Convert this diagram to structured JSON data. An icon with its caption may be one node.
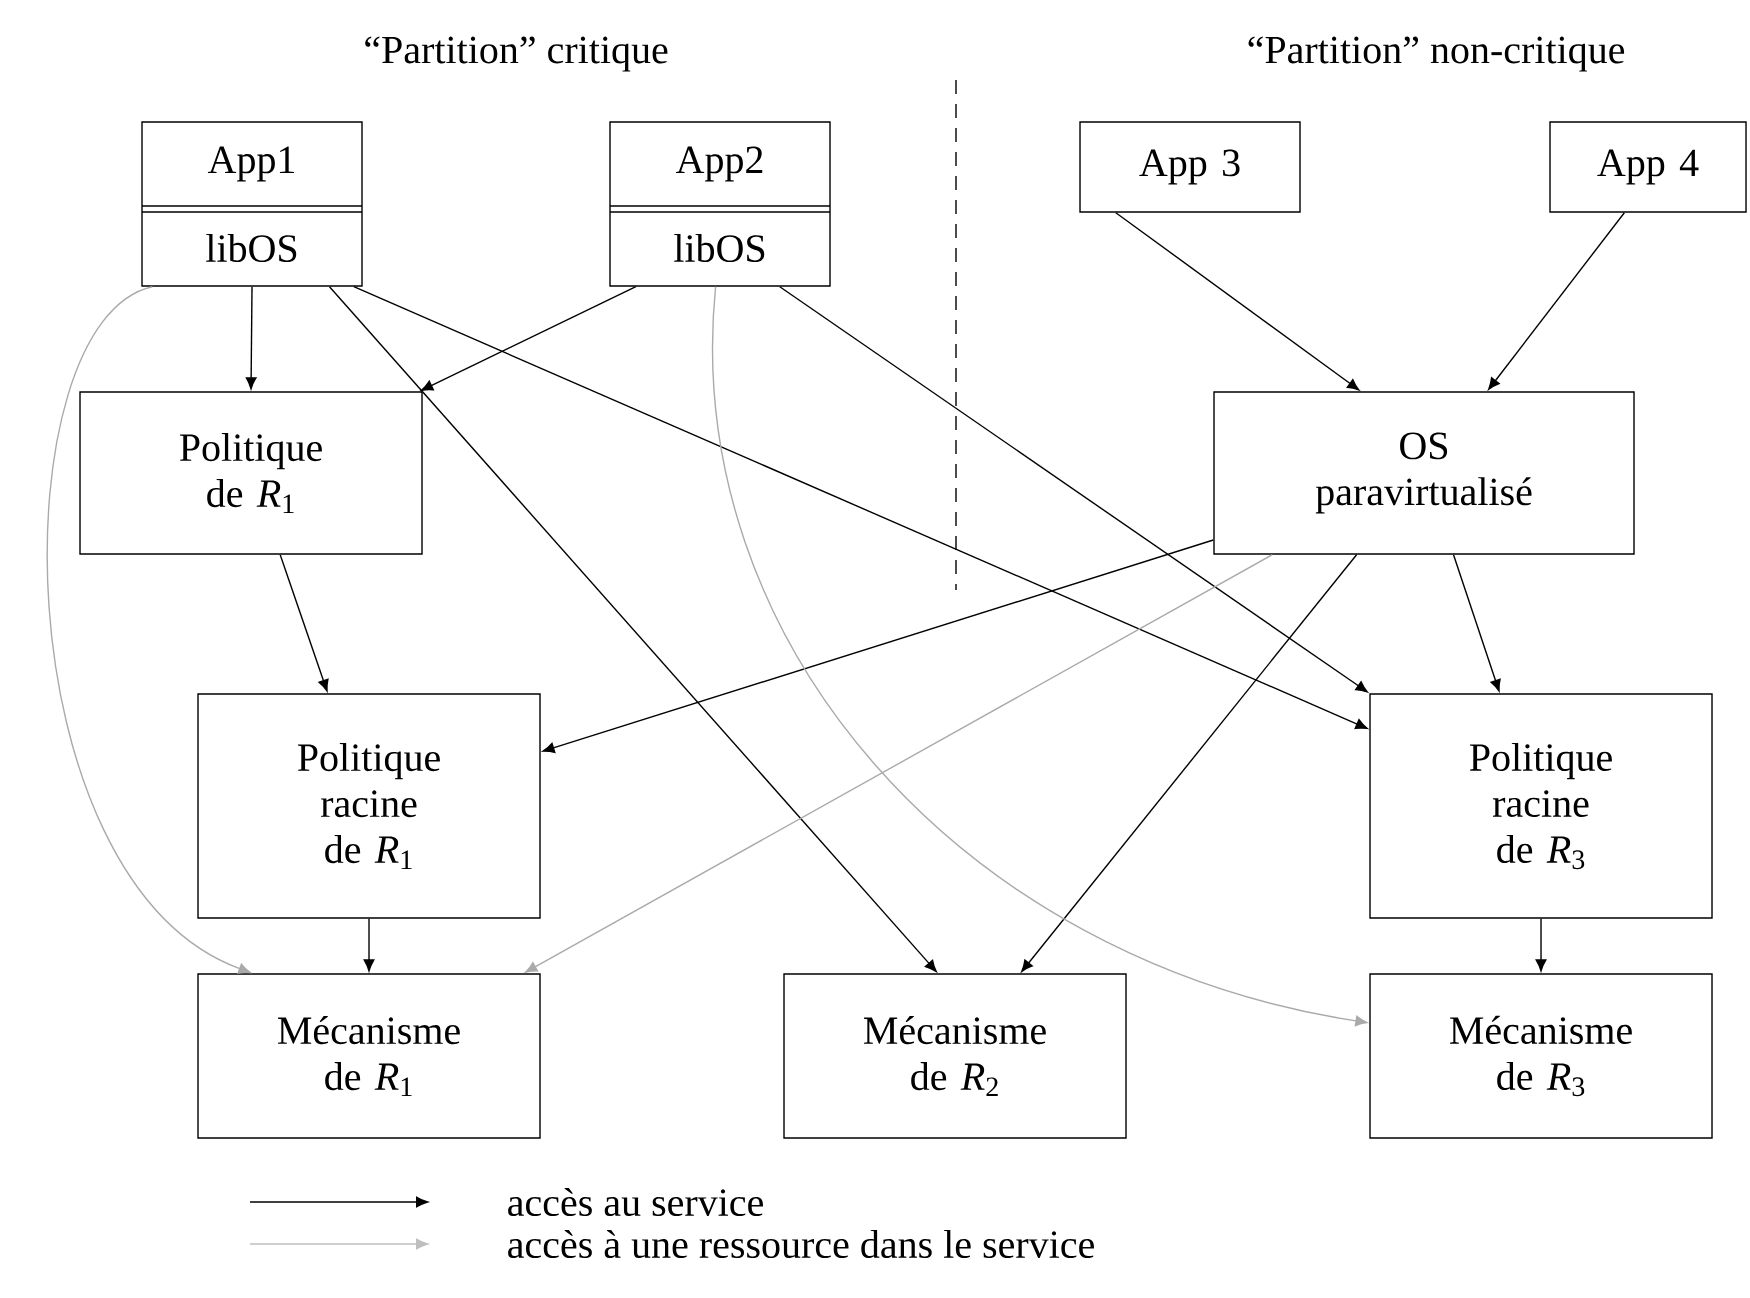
{
  "diagram": {
    "nodes": [
      {
        "text": [
          "App1",
          "libOS"
        ]
      },
      {
        "text": [
          "App2",
          "libOS"
        ]
      },
      {
        "text": [
          "App 3"
        ]
      },
      {
        "text": [
          "App 4"
        ]
      },
      {
        "text": [
          "Politique de *R*$_{1}$"
        ]
      },
      {
        "text": [
          "OS paravirtualisé"
        ]
      },
      {
        "text": [
          "Politique racine de *R*$_{1}$"
        ]
      },
      {
        "text": [
          "Politique racine de *R*$_{3}$"
        ]
      },
      {
        "text": [
          "Mécanisme de *R*$_{1}$"
        ]
      },
      {
        "text": [
          "Mécanisme de *R*$_{2}$"
        ]
      },
      {
        "text": [
          "Mécanisme de *R*$_{3}$"
        ]
      }
    ],
    "edges": [
      {
        "from": 0,
        "to": 4,
        "arrow": "to"
      },
      {
        "from": 1,
        "to": 4,
        "arrow": "to"
      },
      {
        "from": 0,
        "to": 9,
        "arrow": "to"
      },
      {
        "from": 0,
        "to": 7,
        "arrow": "to"
      },
      {
        "from": 1,
        "to": 7,
        "arrow": "to"
      },
      {
        "from": 2,
        "to": 5,
        "arrow": "to"
      },
      {
        "from": 3,
        "to": 5,
        "arrow": "to"
      },
      {
        "from": 4,
        "to": 6,
        "arrow": "to"
      },
      {
        "from": 5,
        "to": 6,
        "arrow": "to"
      },
      {
        "from": 5,
        "to": 9,
        "arrow": "to"
      },
      {
        "from": 5,
        "to": 7,
        "arrow": "to"
      },
      {
        "from": 6,
        "to": 8,
        "arrow": "to"
      },
      {
        "from": 7,
        "to": 10,
        "arrow": "to"
      },
      {
        "from": 0,
        "to": 8,
        "arrow": "to",
        "color": "#aaaaaa"
      },
      {
        "from": 5,
        "to": 8,
        "arrow": "to",
        "color": "#aaaaaa"
      },
      {
        "from": 1,
        "to": 10,
        "arrow": "to",
        "color": "#aaaaaa"
      }
    ],
    "labels": [
      "“Partition” critique",
      "“Partition” non-critique"
    ],
    "legend": [
      {
        "text": "accès au service"
      },
      {
        "text": "accès à une ressource dans le service"
      }
    ]
  }
}
